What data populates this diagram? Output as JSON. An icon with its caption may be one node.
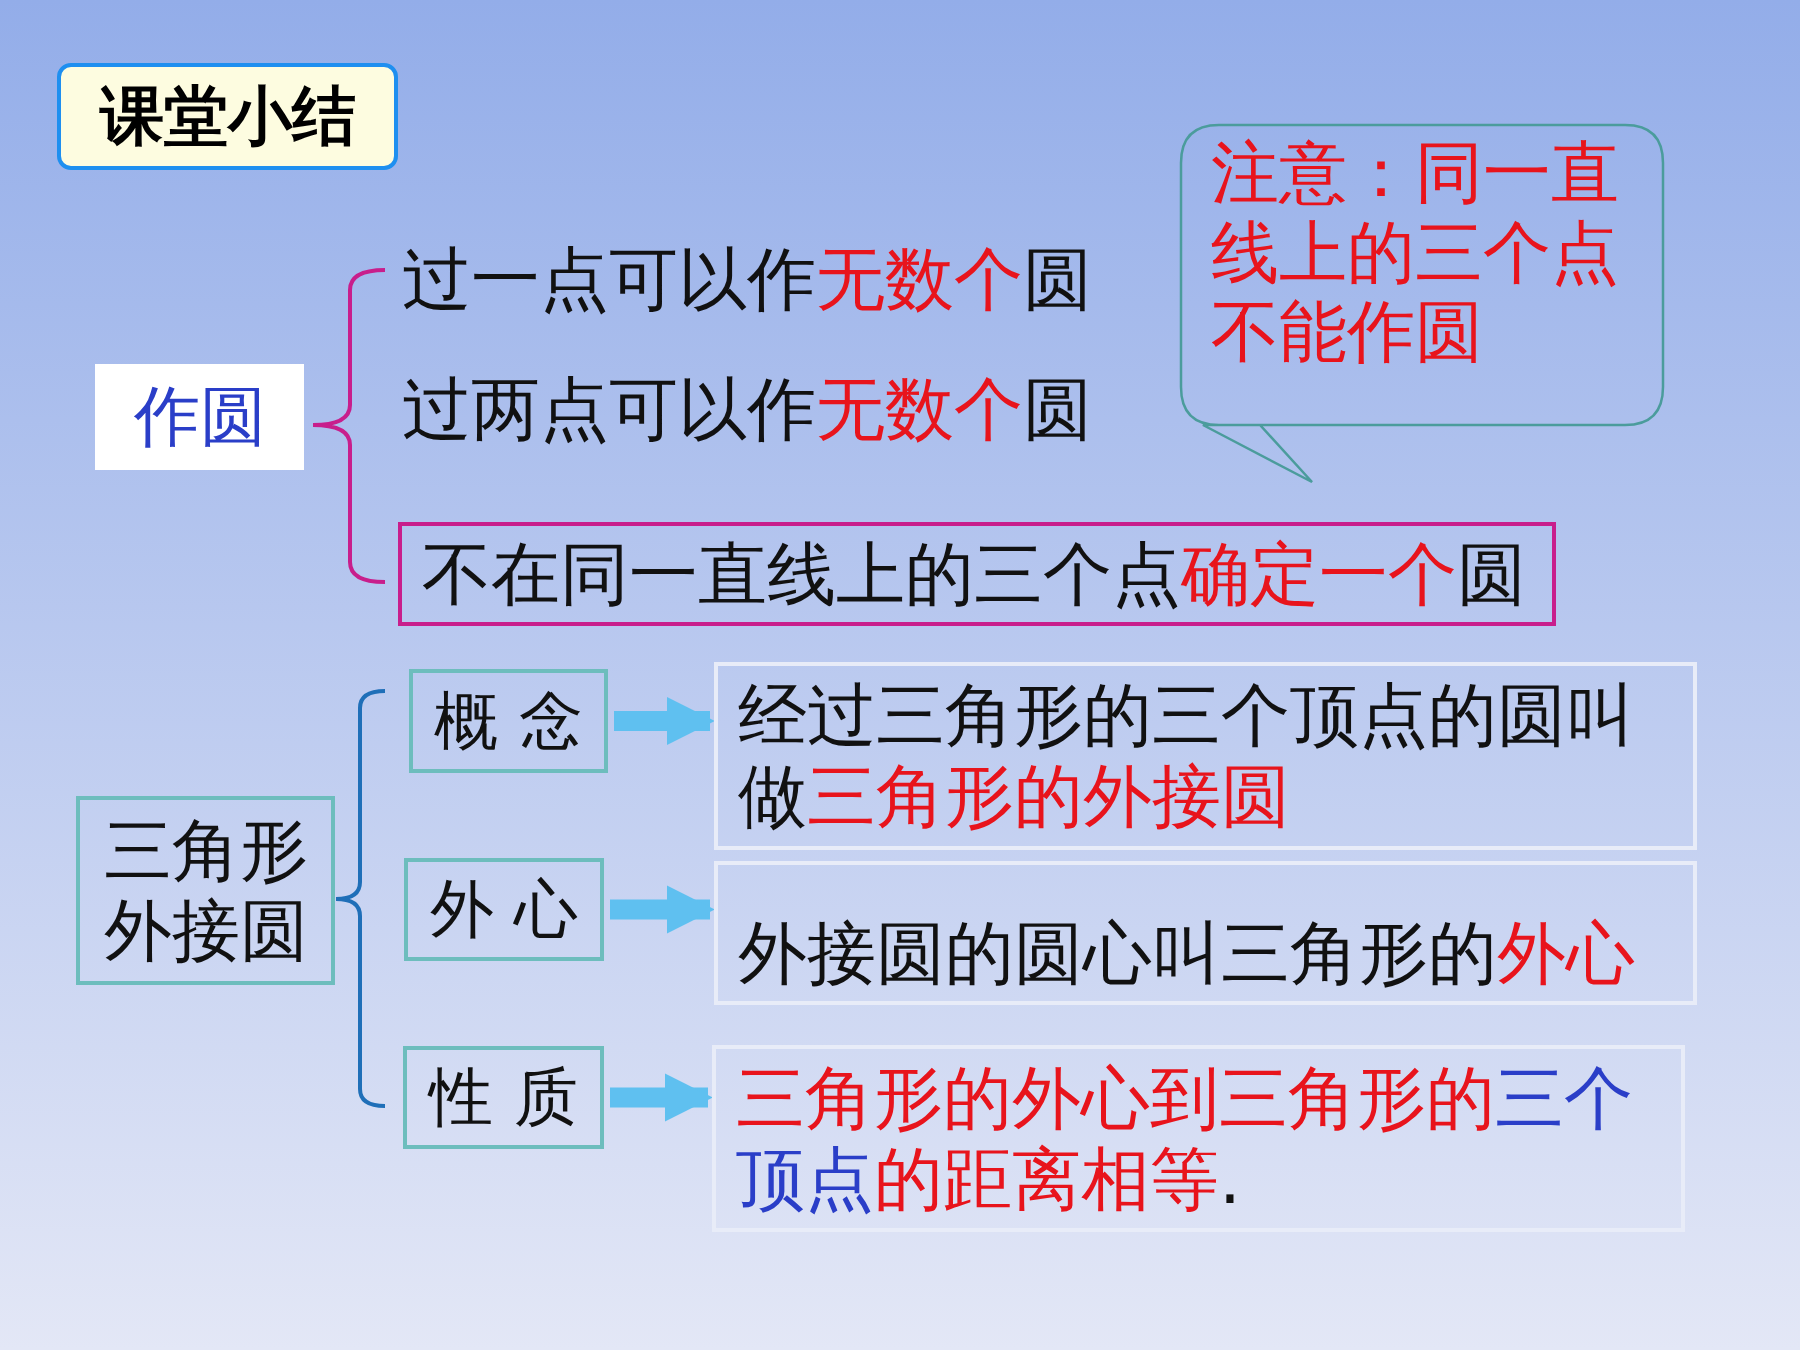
{
  "diagram": {
    "title": "课堂小结",
    "nodes": [
      {
        "text": [
          "作圆"
        ]
      },
      {
        "text": [
          "不在同一直线上的三个点确定一个圆"
        ]
      },
      {
        "text": [
          "注意：同一直线上的三个点不能作圆"
        ]
      },
      {
        "text": [
          "三角形外接圆"
        ]
      },
      {
        "text": [
          "概 念"
        ]
      },
      {
        "text": [
          "经过三角形的三个顶点的圆叫做三角形的外接圆"
        ]
      },
      {
        "text": [
          "外 心"
        ]
      },
      {
        "text": [
          "外接圆的圆心叫三角形的外心"
        ]
      },
      {
        "text": [
          "性 质"
        ]
      },
      {
        "text": [
          "三角形的外心到三角形的三个顶点的距离相等."
        ]
      }
    ],
    "edges": [
      {
        "from": 4,
        "to": 5,
        "arrow": "to"
      },
      {
        "from": 6,
        "to": 7,
        "arrow": "to"
      },
      {
        "from": 8,
        "to": 9,
        "arrow": "to"
      }
    ],
    "labels": [
      "过一点可以作无数个圆",
      "过两点可以作无数个圆"
    ]
  }
}
